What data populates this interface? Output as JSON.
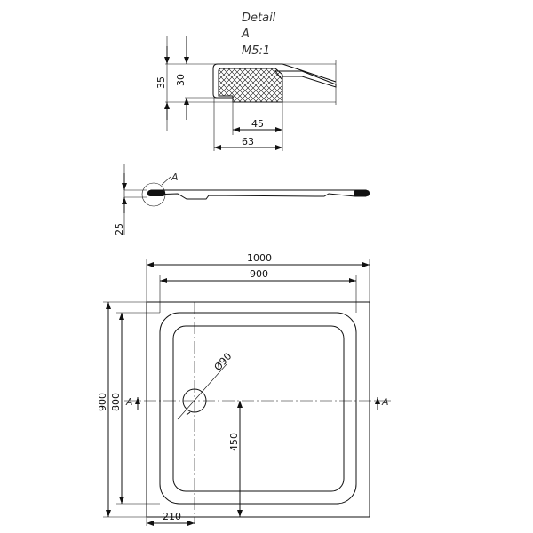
{
  "detail": {
    "title": "Detail",
    "letter": "A",
    "scale": "M5:1",
    "dim_35": "35",
    "dim_30": "30",
    "dim_45": "45",
    "dim_63": "63"
  },
  "section": {
    "marker": "A",
    "dim_25": "25"
  },
  "plan": {
    "width_outer": "1000",
    "width_inner": "900",
    "height_outer": "900",
    "height_inner": "800",
    "drain_diameter": "Ø90",
    "drain_offset_y": "450",
    "drain_offset_x": "210",
    "section_left": "A",
    "section_right": "A"
  }
}
